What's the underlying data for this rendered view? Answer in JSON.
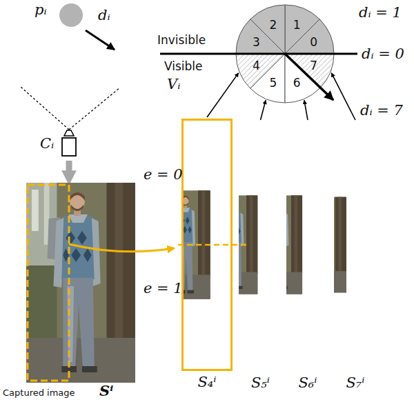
{
  "diagram": {
    "nodes": [
      {
        "text": [
          "0",
          "1",
          "2",
          "3",
          "4",
          "5",
          "6",
          "7"
        ]
      },
      {
        "text": [
          "S₄ⁱ"
        ]
      },
      {
        "text": [
          "S₅ⁱ"
        ]
      },
      {
        "text": [
          "S₆ⁱ"
        ]
      },
      {
        "text": [
          "S₇ⁱ"
        ]
      }
    ],
    "edges": [
      {
        "from": 1,
        "to": 0,
        "arrow": "to"
      },
      {
        "from": 2,
        "to": 0,
        "arrow": "to"
      },
      {
        "from": 3,
        "to": 0,
        "arrow": "to"
      },
      {
        "from": 4,
        "to": 0,
        "arrow": "to"
      }
    ],
    "labels": [
      "pᵢ",
      "dᵢ",
      "Cᵢ",
      "Captured image",
      "Sⁱ",
      "Invisible",
      "Visible",
      "Vᵢ",
      "dᵢ = 1",
      "dᵢ = 0",
      "dᵢ = 7",
      "e = 0",
      "e = 1"
    ]
  }
}
